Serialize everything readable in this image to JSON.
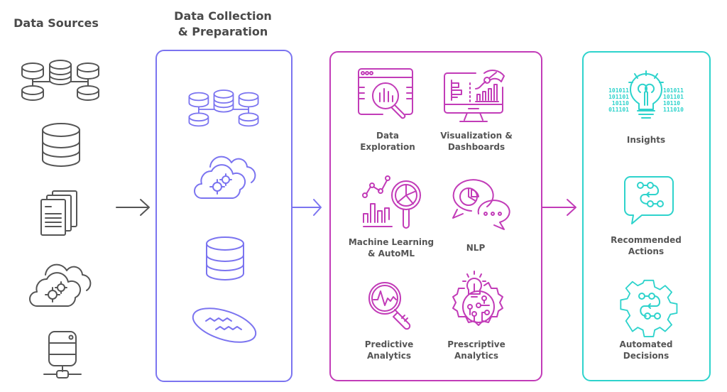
{
  "colors": {
    "sources": "#555555",
    "collection": "#7b74f0",
    "analytics": "#c23cb8",
    "outcomes": "#2ed3cc",
    "text": "#555555"
  },
  "columns": {
    "sources": {
      "title": "Data Sources",
      "icons": [
        "distributed-database-icon",
        "database-icon",
        "documents-icon",
        "cloud-gears-icon",
        "server-network-icon"
      ]
    },
    "collection": {
      "title_line1": "Data Collection",
      "title_line2": "& Preparation",
      "icons": [
        "distributed-database-icon",
        "cloud-gears-icon",
        "database-icon",
        "data-lake-icon"
      ]
    },
    "analytics": {
      "items": [
        {
          "line1": "Data",
          "line2": "Exploration",
          "icon": "browser-magnifier-chart-icon"
        },
        {
          "line1": "Visualization &",
          "line2": "Dashboards",
          "icon": "monitor-dashboard-icon"
        },
        {
          "line1": "Machine Learning",
          "line2": "& AutoML",
          "icon": "ml-chart-magnifier-icon"
        },
        {
          "line1": "NLP",
          "line2": "",
          "icon": "chat-bubbles-pie-icon"
        },
        {
          "line1": "Predictive",
          "line2": "Analytics",
          "icon": "magnifier-waveform-icon"
        },
        {
          "line1": "Prescriptive",
          "line2": "Analytics",
          "icon": "gear-lightbulb-circuit-icon"
        }
      ]
    },
    "outcomes": {
      "items": [
        {
          "line1": "Insights",
          "line2": "",
          "icon": "lightbulb-binary-icon"
        },
        {
          "line1": "Recommended",
          "line2": "Actions",
          "icon": "chat-workflow-icon"
        },
        {
          "line1": "Automated",
          "line2": "Decisions",
          "icon": "gear-workflow-icon"
        }
      ],
      "binary_left": [
        "101011",
        "101101",
        "10110",
        "011101"
      ],
      "binary_right": [
        "101011",
        "101101",
        "10110",
        "111010"
      ]
    }
  }
}
